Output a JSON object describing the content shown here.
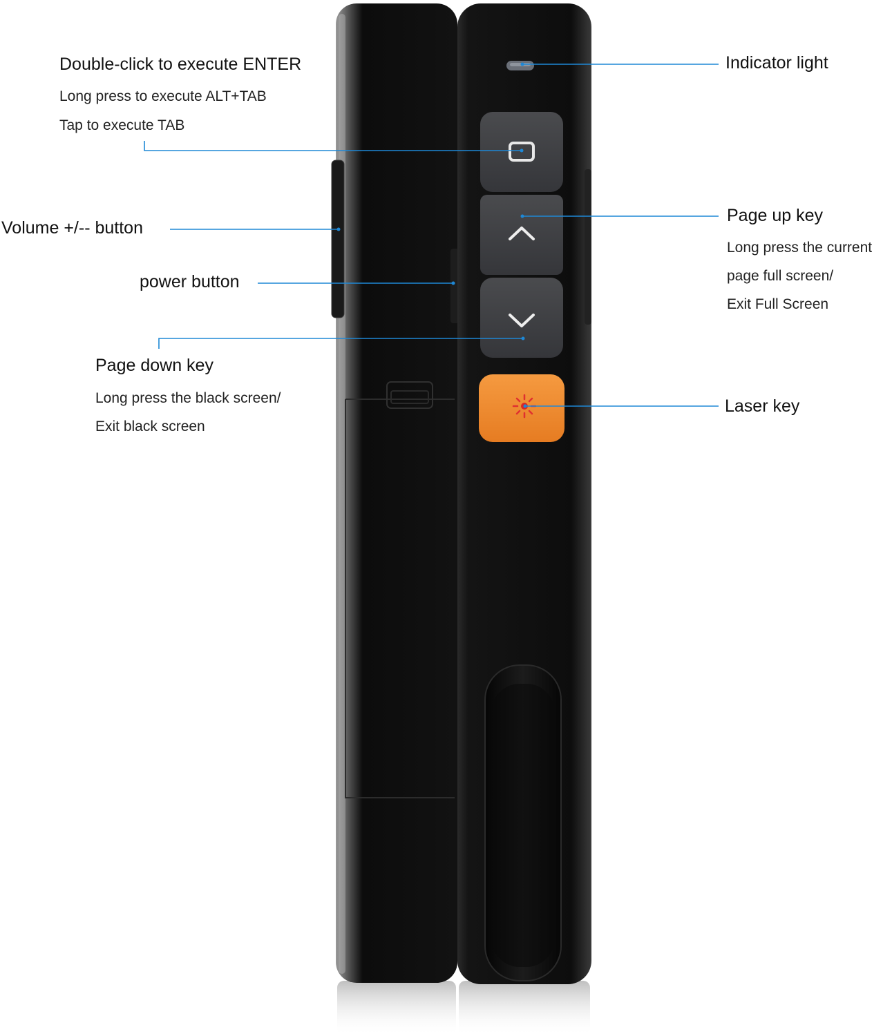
{
  "colors": {
    "accent_line": "#1e88d6",
    "laser_key": "#f0892e",
    "laser_icon": "#e03030",
    "device_body": "#0e0e0e",
    "key_face": "#3f4043"
  },
  "icons": {
    "enter_key": "square-icon",
    "page_up_key": "chevron-up-icon",
    "page_down_key": "chevron-down-icon",
    "laser_key": "laser-burst-icon"
  },
  "callouts": {
    "enter": {
      "title": "Double-click to execute ENTER",
      "line1": "Long press to execute ALT+TAB",
      "line2": "Tap to execute TAB"
    },
    "volume": {
      "title": "Volume +/-- button"
    },
    "power": {
      "title": "power button"
    },
    "page_down": {
      "title": "Page down key",
      "line1": "Long press the black screen/",
      "line2": "Exit black screen"
    },
    "indicator": {
      "title": "Indicator light"
    },
    "page_up": {
      "title": "Page up key",
      "line1": "Long press the current",
      "line2": "page full screen/",
      "line3": "Exit Full Screen"
    },
    "laser": {
      "title": "Laser key"
    }
  }
}
